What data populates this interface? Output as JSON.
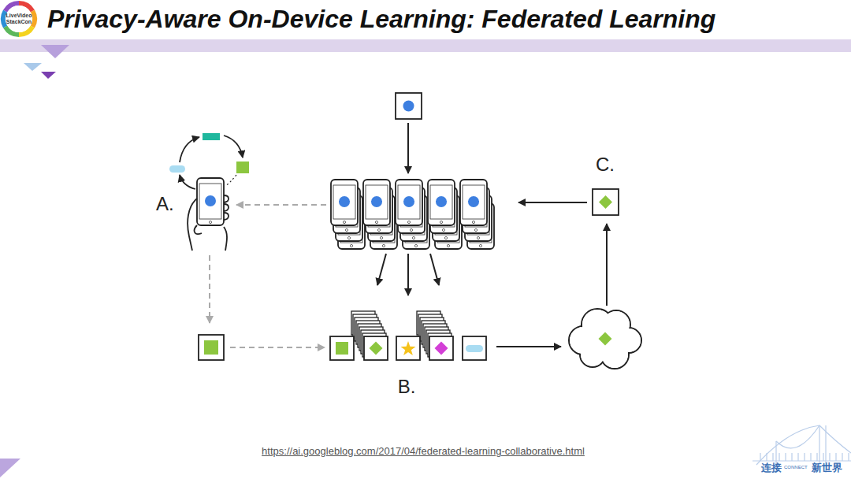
{
  "diagram": {
    "title": "Privacy-Aware On-Device Learning: Federated Learning",
    "caption": "https://ai.googleblog.com/2017/04/federated-learning-collaborative.html",
    "labels": [
      "LiveVideo StackCon",
      "A.",
      "B.",
      "C.",
      "连接",
      "CONNECT",
      "新世界"
    ]
  }
}
